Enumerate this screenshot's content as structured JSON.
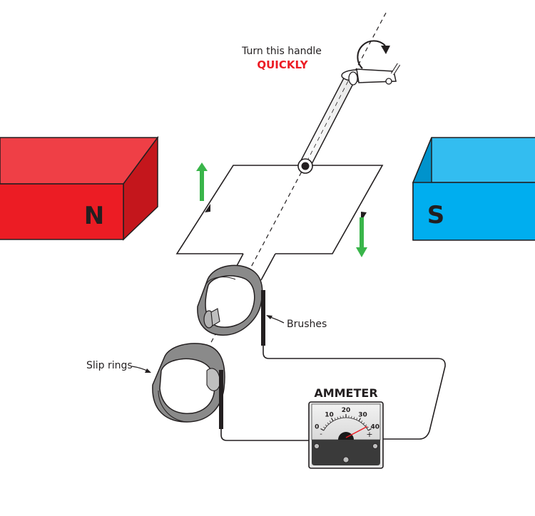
{
  "labels": {
    "handle_line1": "Turn this handle",
    "handle_line2": "QUICKLY",
    "brushes": "Brushes",
    "slip_rings": "Slip rings",
    "ammeter_title": "AMMETER"
  },
  "magnets": {
    "north": {
      "letter": "N",
      "color": "#ec1c24"
    },
    "south": {
      "letter": "S",
      "color": "#00aeef"
    }
  },
  "ammeter": {
    "scale": [
      "0",
      "10",
      "20",
      "30",
      "40"
    ],
    "minus": "-",
    "plus": "+",
    "needle_fraction": 0.93
  },
  "colors": {
    "arrow_green": "#39b54a",
    "needle_red": "#ec1c24",
    "quickly_red": "#ec1c24"
  }
}
